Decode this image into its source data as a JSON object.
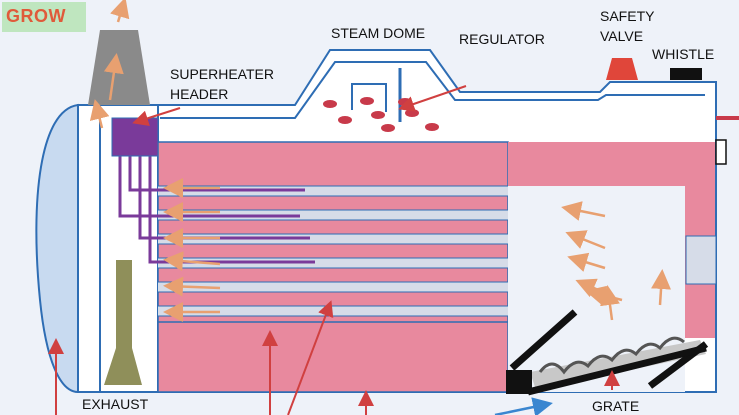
{
  "brand": {
    "text": "GROW",
    "bg": "#bfe6bf",
    "color": "#e05a3a"
  },
  "labels": {
    "steam_dome": "STEAM DOME",
    "regulator": "REGULATOR",
    "safety_valve_1": "SAFETY",
    "safety_valve_2": "VALVE",
    "whistle": "WHISTLE",
    "superheater_header_1": "SUPERHEATER",
    "superheater_header_2": "HEADER",
    "exhaust": "EXHAUST",
    "grate": "GRATE"
  },
  "colors": {
    "outline": "#2e6db4",
    "water": "#ffffff",
    "fire": "#e8899e",
    "header": "#7a3a9a",
    "tube_light": "#d6dce8",
    "chimney": "#8a8a8a",
    "exhaust_pipe": "#8f8f5a",
    "safety_valve": "#e0463a",
    "whistle": "#111111",
    "arrow_hot": "#e8a070",
    "arrow_red": "#d04040",
    "arrow_blue": "#3a86d0"
  }
}
